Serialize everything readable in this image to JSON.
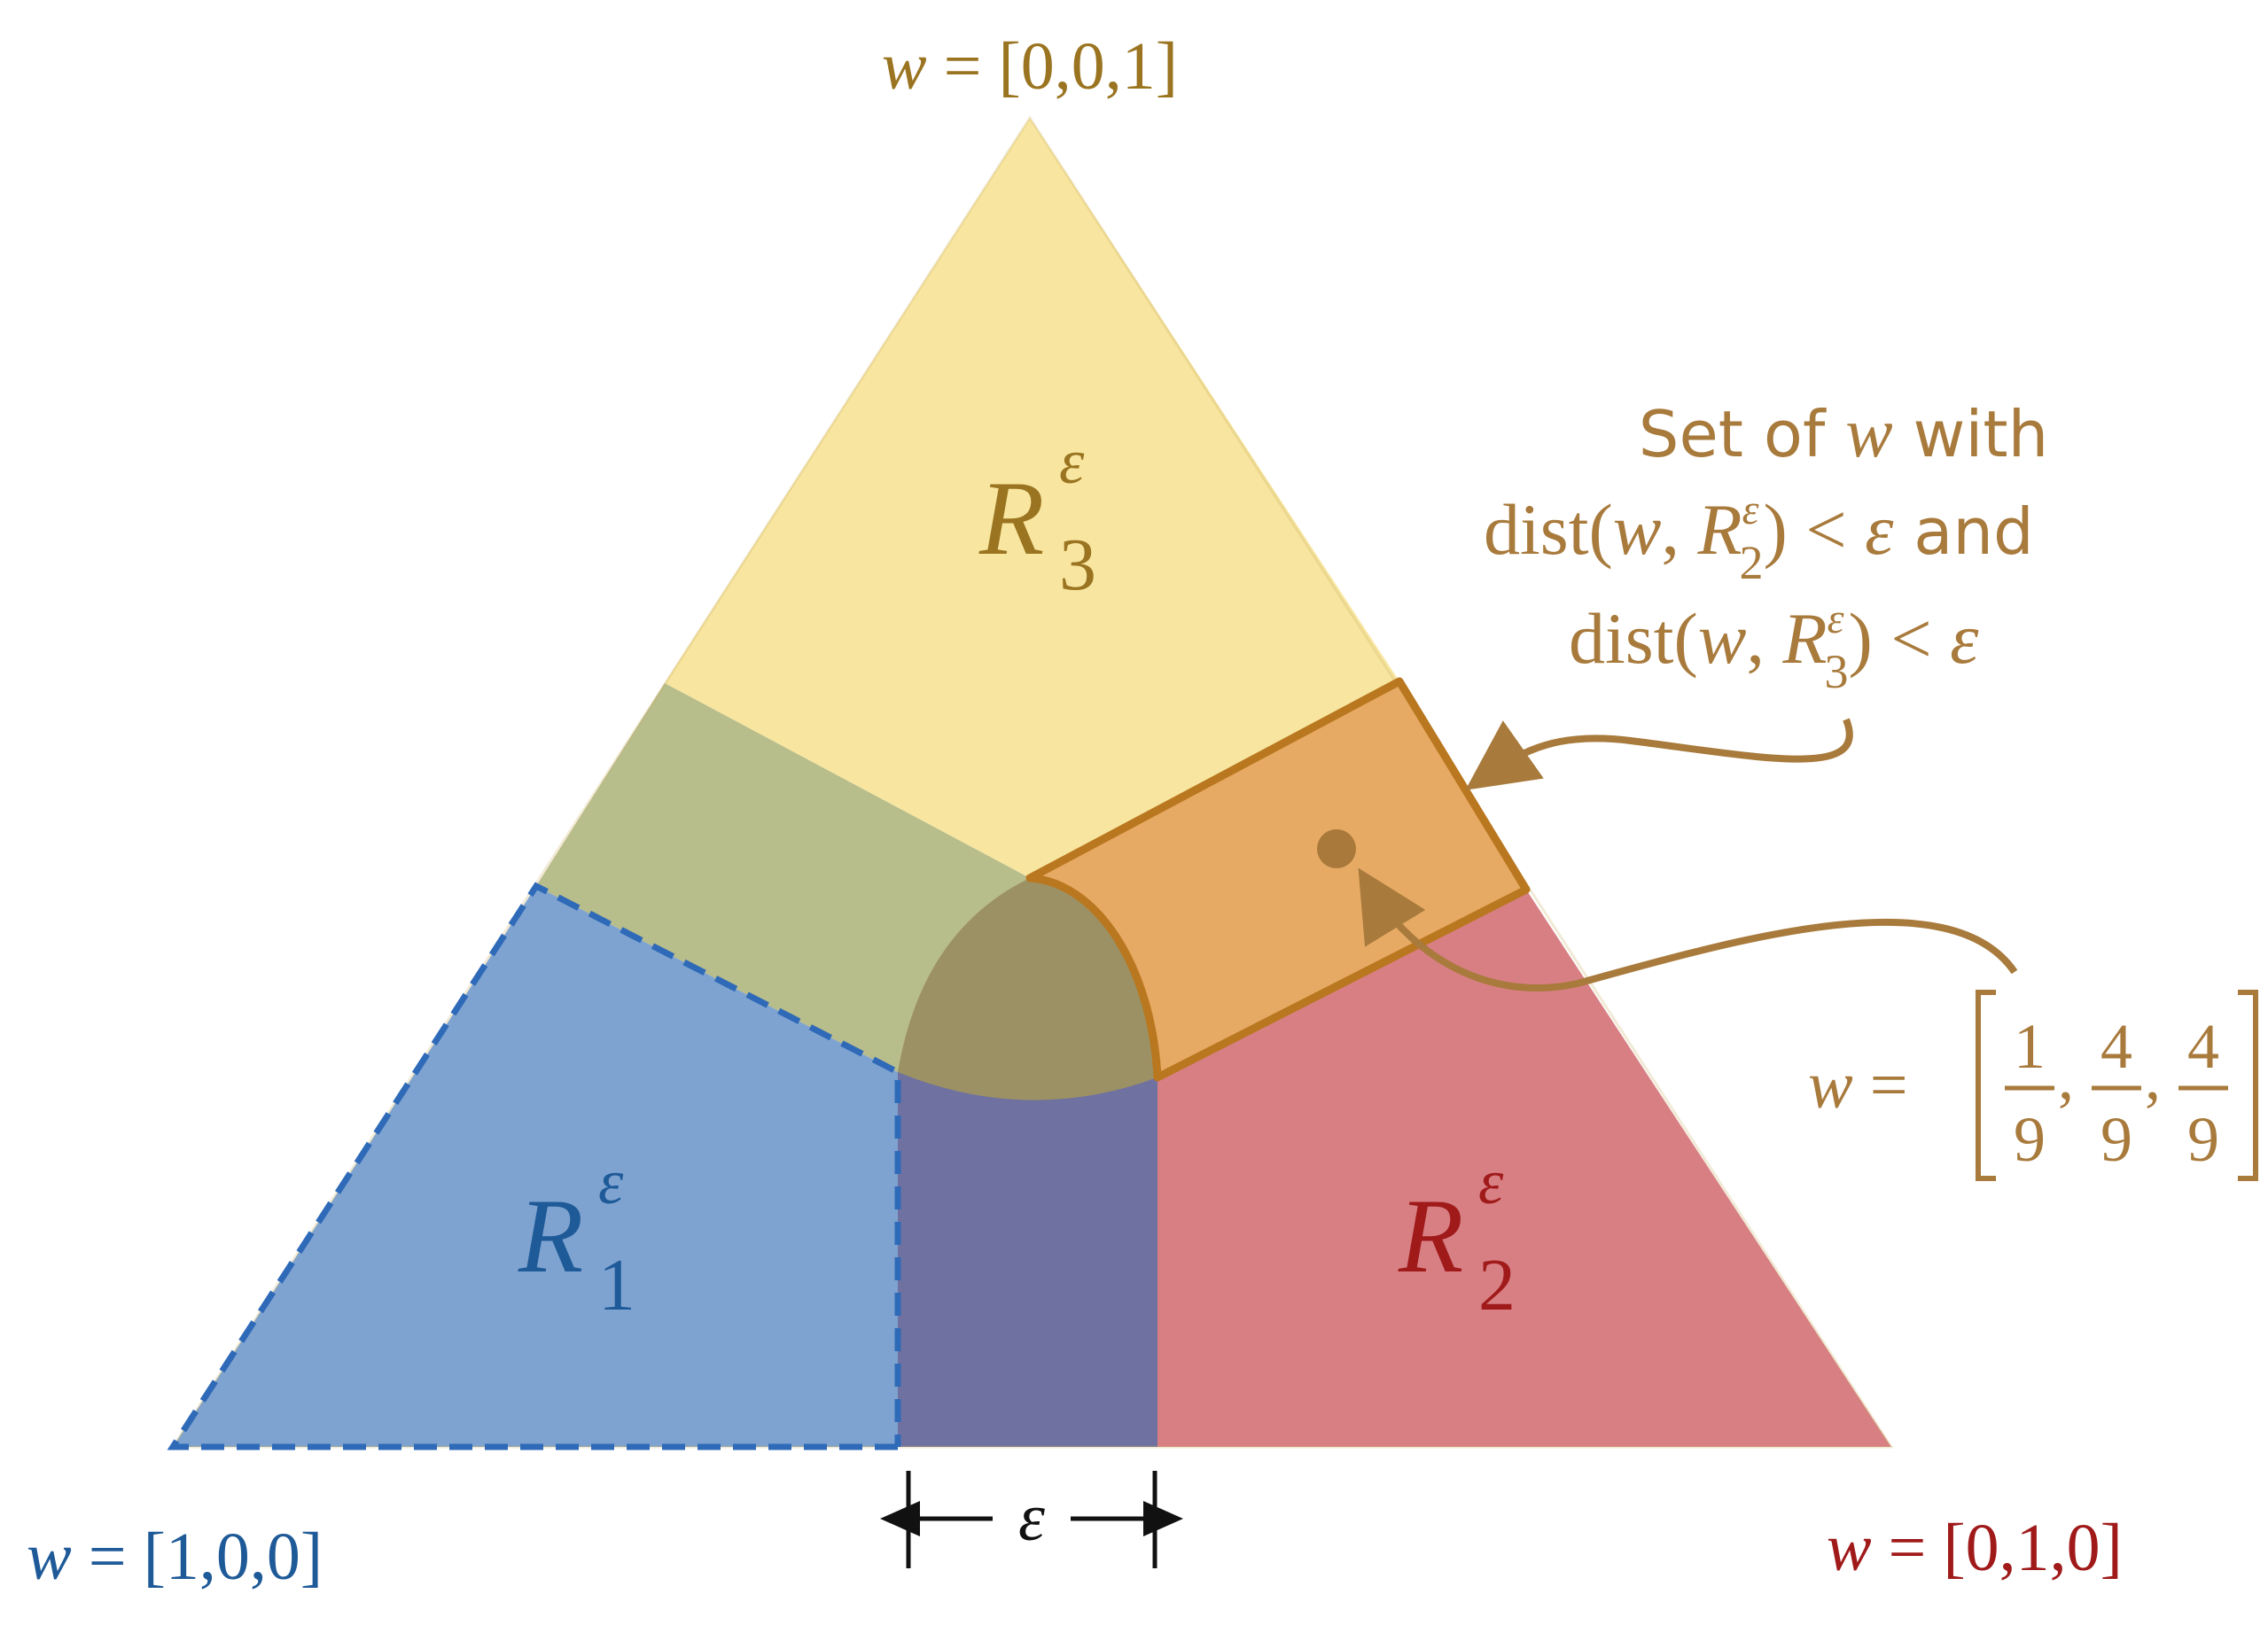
{
  "colors": {
    "region_r1": "#7ea3d0",
    "region_r2": "#d87f84",
    "region_r3": "#f8e6a0",
    "overlap_r1_r3": "#b8bd8c",
    "overlap_r1_r2": "#6f71a0",
    "overlap_r2_r3": "#e7aa64",
    "overlap_all": "#9c9164",
    "label_blue": "#1f5a98",
    "label_red": "#a01a1a",
    "label_gold": "#9a7420",
    "annotation": "#a87a3c",
    "highlight_border": "#b9771f",
    "dashed_border": "#2f6ab8"
  },
  "vertices": {
    "top": {
      "label_w": "w",
      "label_eq": " = [0,0,1]"
    },
    "left": {
      "label_w": "w",
      "label_eq": " = [1,0,0]"
    },
    "right": {
      "label_w": "w",
      "label_eq": " = [0,1,0]"
    }
  },
  "regions": {
    "r1": {
      "letter": "R",
      "sup": "ε",
      "sub": "1"
    },
    "r2": {
      "letter": "R",
      "sup": "ε",
      "sub": "2"
    },
    "r3": {
      "letter": "R",
      "sup": "ε",
      "sub": "3"
    }
  },
  "annotation": {
    "line1_a": "Set of ",
    "line1_w": "w",
    "line1_b": " with",
    "line2_dist": "dist(",
    "line2_w": "w",
    "line2_comma": ", ",
    "line2_R": "R",
    "line2_sup": "ε",
    "line2_sub": "2",
    "line2_rest": ") < ",
    "line2_eps": "ε",
    "line2_and": " and",
    "line3_dist": "dist(",
    "line3_w": "w",
    "line3_comma": ", ",
    "line3_R": "R",
    "line3_sup": "ε",
    "line3_sub": "3",
    "line3_rest": ") < ",
    "line3_eps": "ε"
  },
  "point_label": {
    "w": "w",
    "eq": " = ",
    "fractions": [
      {
        "num": "1",
        "den": "9"
      },
      {
        "num": "4",
        "den": "9"
      },
      {
        "num": "4",
        "den": "9"
      }
    ],
    "comma": ","
  },
  "epsilon_label": "ε"
}
